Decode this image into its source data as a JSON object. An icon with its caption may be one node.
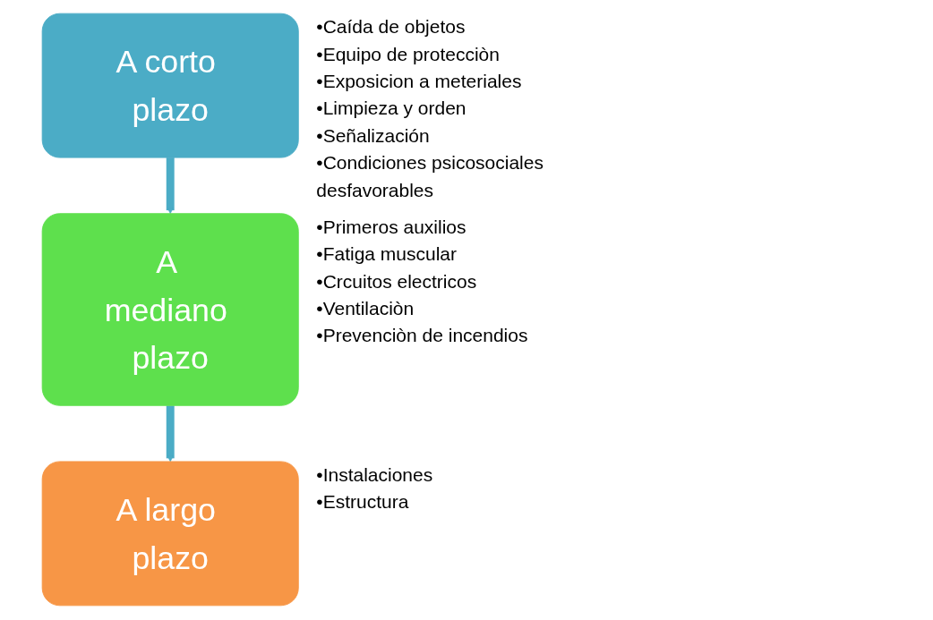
{
  "diagram": {
    "nodes": [
      {
        "text": [
          "A corto plazo"
        ],
        "beside": [
          "•Caída de objetos",
          "•Equipo de protecciòn",
          "•Exposicion a meteriales",
          "•Limpieza y orden",
          "•Señalización",
          "•Condiciones psicosociales desfavorables"
        ]
      },
      {
        "text": [
          "A mediano plazo"
        ],
        "beside": [
          "•Primeros auxilios",
          "•Fatiga muscular",
          "•Crcuitos electricos",
          "•Ventilaciòn",
          "•Prevenciòn de incendios"
        ]
      },
      {
        "text": [
          "A largo plazo"
        ],
        "beside": [
          "•Instalaciones",
          "•Estructura"
        ]
      }
    ],
    "edges": [
      {
        "from": 0,
        "to": 1,
        "arrow": "to"
      },
      {
        "from": 1,
        "to": 2,
        "arrow": "to"
      }
    ]
  }
}
